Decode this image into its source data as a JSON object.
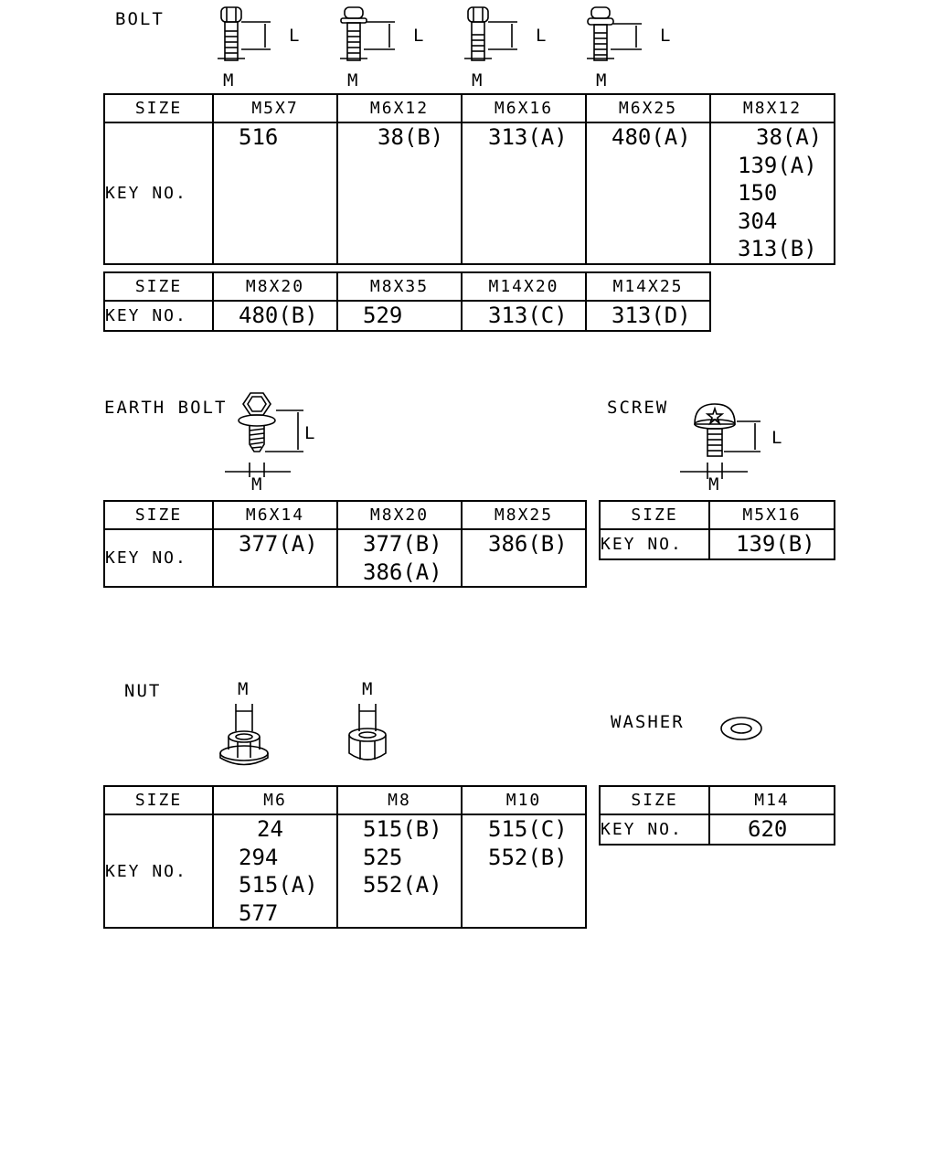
{
  "sections": {
    "bolt": {
      "title": "BOLT",
      "dim_l": "L",
      "dim_m": "M",
      "table1": {
        "size_label": "SIZE",
        "key_label": "KEY NO.",
        "sizes": [
          "M5X7",
          "M6X12",
          "M6X16",
          "M6X25",
          "M8X12"
        ],
        "keys": [
          [
            "516"
          ],
          [
            "38(B)"
          ],
          [
            "313(A)"
          ],
          [
            "480(A)"
          ],
          [
            "38(A)",
            "139(A)",
            "150",
            "304",
            "313(B)"
          ]
        ]
      },
      "table2": {
        "size_label": "SIZE",
        "key_label": "KEY NO.",
        "sizes": [
          "M8X20",
          "M8X35",
          "M14X20",
          "M14X25"
        ],
        "keys": [
          [
            "480(B)"
          ],
          [
            "529"
          ],
          [
            "313(C)"
          ],
          [
            "313(D)"
          ]
        ]
      }
    },
    "earth_bolt": {
      "title": "EARTH BOLT",
      "dim_l": "L",
      "dim_m": "M",
      "table": {
        "size_label": "SIZE",
        "key_label": "KEY NO.",
        "sizes": [
          "M6X14",
          "M8X20",
          "M8X25"
        ],
        "keys": [
          [
            "377(A)"
          ],
          [
            "377(B)",
            "386(A)"
          ],
          [
            "386(B)"
          ]
        ]
      }
    },
    "screw": {
      "title": "SCREW",
      "dim_l": "L",
      "dim_m": "M",
      "table": {
        "size_label": "SIZE",
        "key_label": "KEY NO.",
        "sizes": [
          "M5X16"
        ],
        "keys": [
          [
            "139(B)"
          ]
        ]
      }
    },
    "nut": {
      "title": "NUT",
      "dim_m": "M",
      "table": {
        "size_label": "SIZE",
        "key_label": "KEY NO.",
        "sizes": [
          "M6",
          "M8",
          "M10"
        ],
        "keys": [
          [
            "24",
            "294",
            "515(A)",
            "577"
          ],
          [
            "515(B)",
            "525",
            "552(A)"
          ],
          [
            "515(C)",
            "552(B)"
          ]
        ]
      }
    },
    "washer": {
      "title": "WASHER",
      "table": {
        "size_label": "SIZE",
        "key_label": "KEY NO.",
        "sizes": [
          "M14"
        ],
        "keys": [
          [
            "620"
          ]
        ]
      }
    }
  }
}
